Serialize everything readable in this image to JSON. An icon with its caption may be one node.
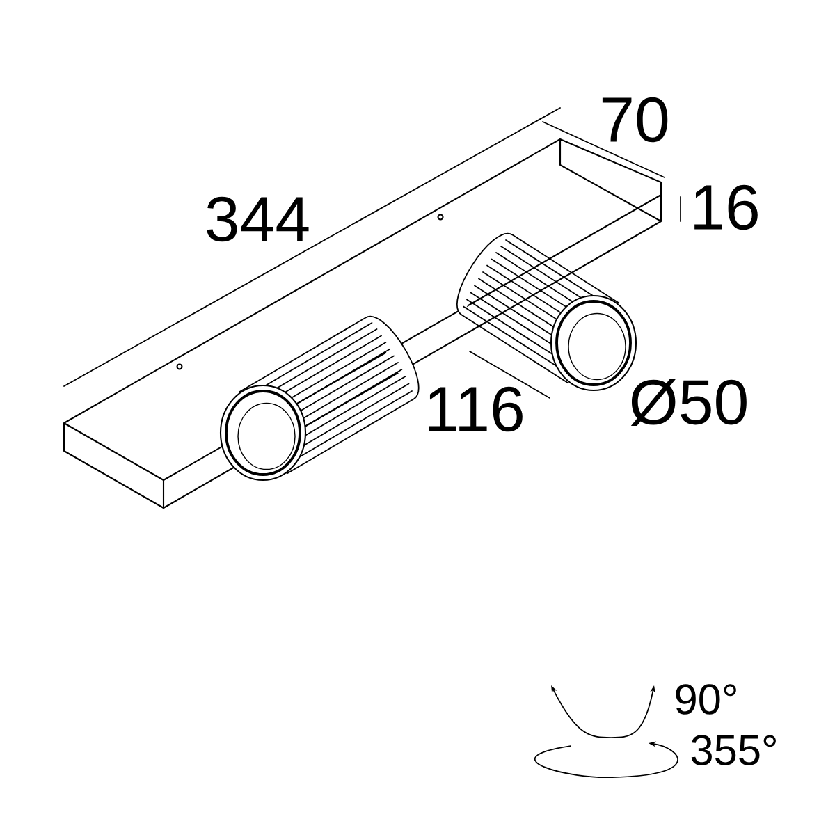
{
  "diagram": {
    "labels": [
      "344",
      "70",
      "16",
      "116",
      "Ø50",
      "90°",
      "355°"
    ]
  }
}
